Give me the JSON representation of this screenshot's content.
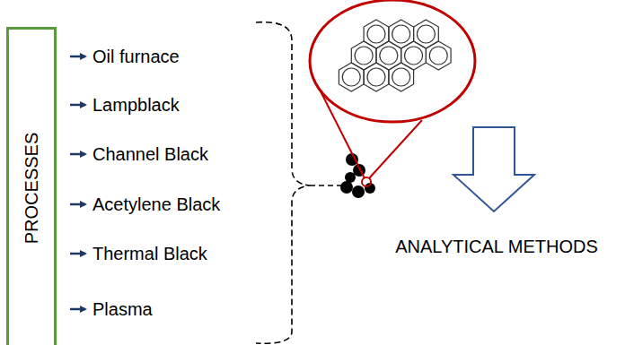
{
  "diagram": {
    "nodes": [
      {
        "text": [
          "PROCESSES"
        ]
      }
    ],
    "labels": [
      "Oil furnace",
      "Lampblack",
      "Channel Black",
      "Acetylene Black",
      "Thermal Black",
      "Plasma",
      "ANALYTICAL METHODS"
    ]
  }
}
